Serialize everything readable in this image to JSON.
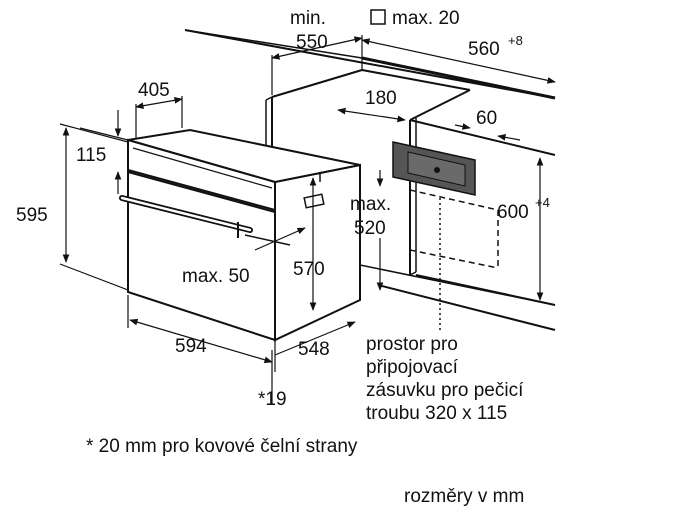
{
  "dimensions": {
    "min_label": "min.",
    "min_550": "550",
    "max_20": "max. 20",
    "d560": "560",
    "d560_sup": "+8",
    "d405": "405",
    "d180": "180",
    "d60": "60",
    "d115": "115",
    "d595": "595",
    "d600": "600",
    "d600_sup": "+4",
    "max_label": "max.",
    "d520": "520",
    "max_50": "max. 50",
    "d570": "570",
    "d594": "594",
    "d548": "548",
    "d19": "*19"
  },
  "notes": {
    "socket_line1": "prostor pro",
    "socket_line2": "připojovací",
    "socket_line3": "zásuvku pro pečicí",
    "socket_line4": "troubu 320 x 115",
    "footnote": "* 20 mm pro kovové čelní strany",
    "units": "rozměry v mm"
  },
  "colors": {
    "line": "#111111",
    "socket_fill": "#555555"
  }
}
